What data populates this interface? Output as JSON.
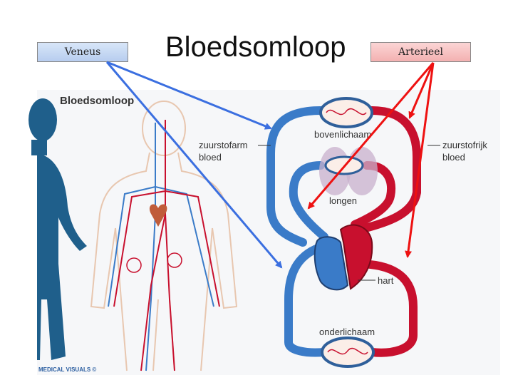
{
  "header": {
    "title": "Bloedsomloop",
    "left_label": "Veneus",
    "right_label": "Arterieel"
  },
  "figure": {
    "inner_title": "Bloedsomloop",
    "credit": "MEDICAL VISUALS ©",
    "labels": {
      "upper_body": "bovenlichaam",
      "lungs": "longen",
      "heart": "hart",
      "lower_body": "onderlichaam",
      "deoxy_line1": "zuurstofarm",
      "deoxy_line2": "bloed",
      "oxy_line1": "zuurstofrijk",
      "oxy_line2": "bloed"
    }
  },
  "colors": {
    "vein": "#3a7bc8",
    "artery": "#c8102e",
    "silhouette": "#1f5f8b",
    "arrow_blue": "#3b6fe0",
    "arrow_red": "#ee1111"
  }
}
